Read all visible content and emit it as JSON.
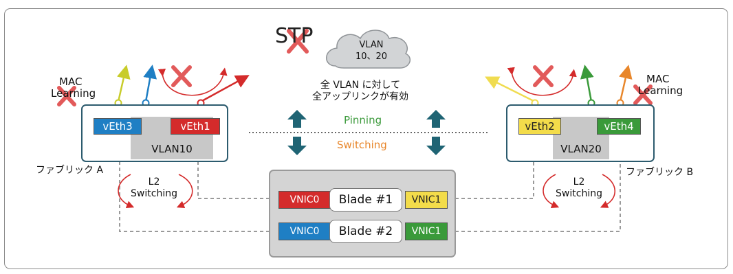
{
  "stp": {
    "label": "STP"
  },
  "cloud": {
    "line1": "VLAN",
    "line2": "10、20"
  },
  "center_note": {
    "line1": "全 VLAN に対して",
    "line2": "全アップリンクが有効"
  },
  "pinning": {
    "label": "Pinning",
    "color": "#3c9a3c"
  },
  "switching": {
    "label": "Switching",
    "color": "#e8862a"
  },
  "fabric_a": {
    "label": "ファブリック A",
    "mac": {
      "line1": "MAC",
      "line2": "Learning"
    },
    "veth_left": {
      "label": "vEth3",
      "color": "#1f7fc4"
    },
    "veth_right": {
      "label": "vEth1",
      "color": "#d42b2b"
    },
    "vlan": "VLAN10",
    "l2": {
      "line1": "L2",
      "line2": "Switching"
    }
  },
  "fabric_b": {
    "label": "ファブリック B",
    "mac": {
      "line1": "MAC",
      "line2": "Learning"
    },
    "veth_left": {
      "label": "vEth2",
      "color": "#f3dc4a"
    },
    "veth_right": {
      "label": "vEth4",
      "color": "#3a9a3a"
    },
    "vlan": "VLAN20",
    "l2": {
      "line1": "L2",
      "line2": "Switching"
    }
  },
  "blades": [
    {
      "name": "Blade #1",
      "vnic_left": "VNIC0",
      "vnic_left_color": "#d42b2b",
      "vnic_right": "VNIC1",
      "vnic_right_color": "#f3dc4a"
    },
    {
      "name": "Blade #2",
      "vnic_left": "VNIC0",
      "vnic_left_color": "#1f7fc4",
      "vnic_right": "VNIC1",
      "vnic_right_color": "#3a9a3a"
    }
  ],
  "colors": {
    "fabric_border": "#2c5b6e",
    "arrow_teal": "#1f6474",
    "cross_red": "#e25a5a",
    "curve_red": "#d42b2b"
  }
}
